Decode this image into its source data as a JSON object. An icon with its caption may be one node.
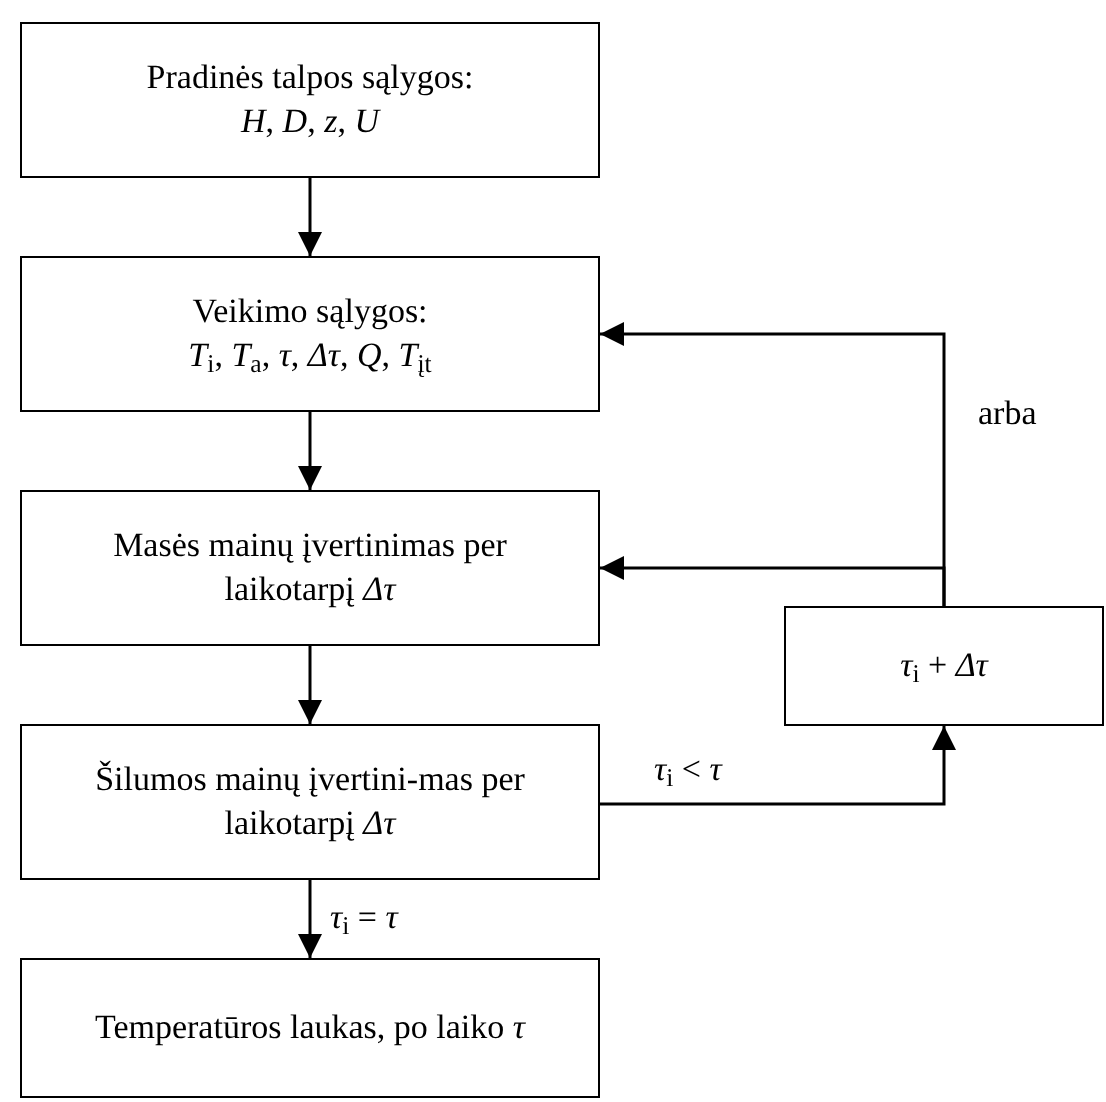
{
  "diagram": {
    "nodes": [
      {
        "text": [
          "Pradinės talpos sąlygos:",
          "*H*, *D*, *z*, *U*"
        ]
      },
      {
        "text": [
          "Veikimo sąlygos:",
          "*T*$_{i}$, *T*$_{a}$, *τ*, *Δτ*, *Q*, *T*$_{įt}$"
        ]
      },
      {
        "text": [
          "Masės mainų įvertinimas per laikotarpį *Δτ*"
        ]
      },
      {
        "text": [
          "Šilumos mainų įvertini-mas per laikotarpį *Δτ*"
        ]
      },
      {
        "text": [
          "Temperatūros laukas, po laiko *τ*"
        ]
      },
      {
        "text": [
          "*τ*$_{i}$ + *Δτ*"
        ]
      }
    ],
    "edges": [
      {
        "from": 0,
        "to": 1,
        "arrow": "to"
      },
      {
        "from": 1,
        "to": 2,
        "arrow": "to"
      },
      {
        "from": 2,
        "to": 3,
        "arrow": "to"
      },
      {
        "from": 3,
        "to": 4,
        "arrow": "to",
        "label": "*τ*$_{i}$ = *τ*"
      },
      {
        "from": 3,
        "to": 5,
        "arrow": "to",
        "label": "*τ*$_{i}$ < *τ*"
      },
      {
        "from": 5,
        "to": 1,
        "arrow": "to",
        "label": "arba"
      },
      {
        "from": 5,
        "to": 2,
        "arrow": "to"
      }
    ]
  }
}
